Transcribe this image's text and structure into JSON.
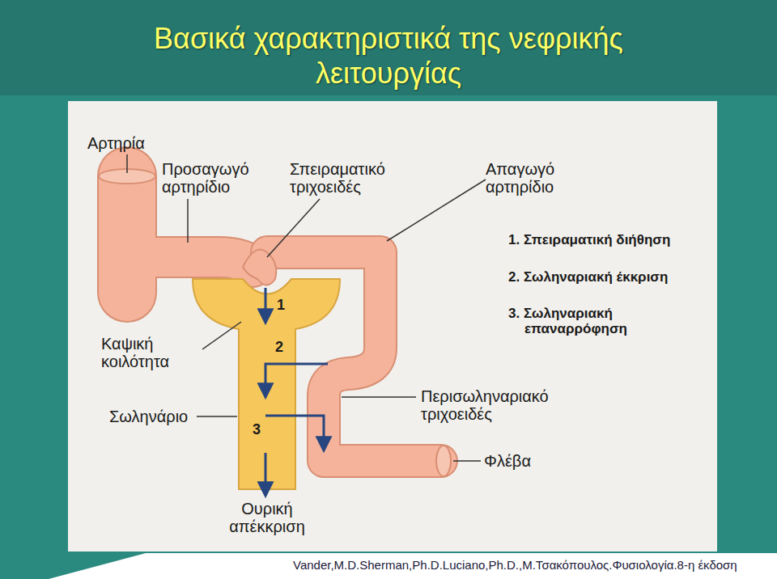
{
  "diagram": {
    "title": "Βασικά χαρακτηριστικά της νεφρικής λειτουργίας",
    "caption": "Vander,M.D.Sherman,Ph.D.Luciano,Ph.D.,M.Τσακόπουλος.Φυσιολογία.8-η έκδοση",
    "labels": [
      "Αρτηρία",
      "Προσαγωγό αρτηρίδιο",
      "Σπειραματικό τριχοειδές",
      "Απαγωγό αρτηρίδιο",
      "1. Σπειραματική διήθηση",
      "2. Σωληναριακή έκκριση",
      "3. Σωληναριακή επαναρρόφηση",
      "1",
      "Καψική κοιλότητα",
      "2",
      "Περισωληναριακό τριχοειδές",
      "Σωληνάριο",
      "3",
      "Φλέβα",
      "Ουρική απέκκριση"
    ]
  }
}
